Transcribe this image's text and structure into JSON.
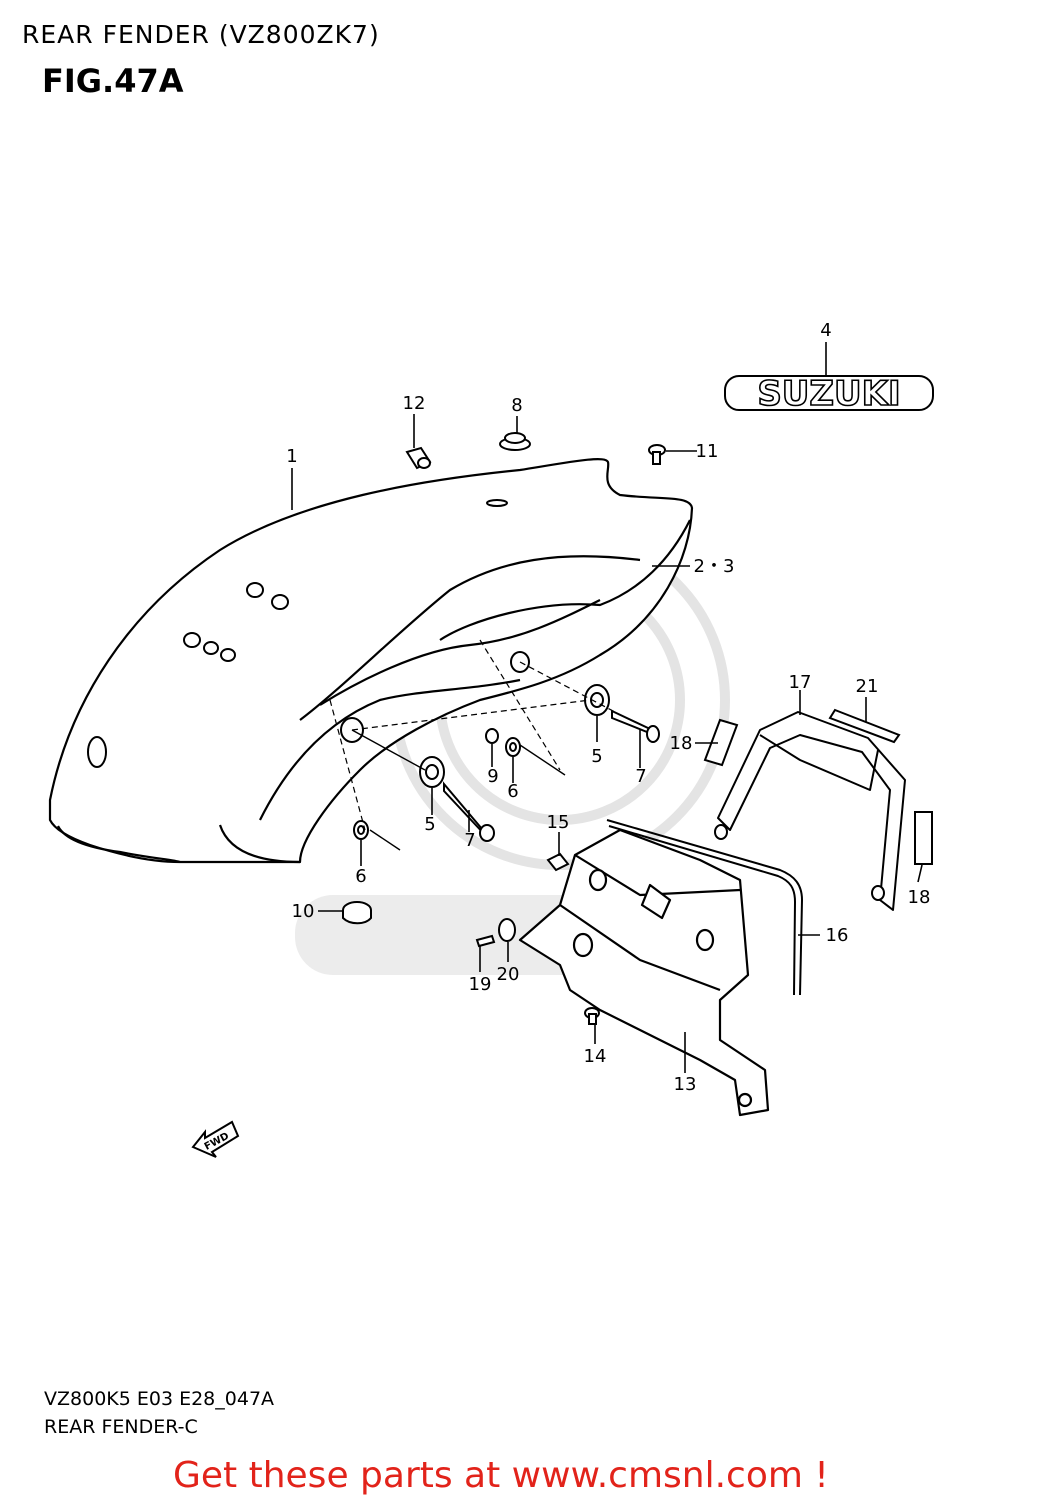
{
  "header": {
    "title": "REAR FENDER (VZ800ZK7)",
    "figure": "FIG.47A"
  },
  "callouts": {
    "p1": "1",
    "p23": "2・3",
    "p4": "4",
    "p5a": "5",
    "p5b": "5",
    "p6a": "6",
    "p6b": "6",
    "p7a": "7",
    "p7b": "7",
    "p8": "8",
    "p9": "9",
    "p10": "10",
    "p11": "11",
    "p12": "12",
    "p13": "13",
    "p14": "14",
    "p15": "15",
    "p16": "16",
    "p17": "17",
    "p18a": "18",
    "p18b": "18",
    "p19": "19",
    "p20": "20",
    "p21": "21"
  },
  "emblem_text": "SUZUKI",
  "fwd_text": "FWD",
  "footer": {
    "code": "VZ800K5 E03 E28_047A",
    "name": "REAR FENDER-C"
  },
  "promo": "Get these parts at www.cmsnl.com !",
  "colors": {
    "line": "#000000",
    "promo": "#e2231a",
    "watermark": "#e6e6e6"
  }
}
